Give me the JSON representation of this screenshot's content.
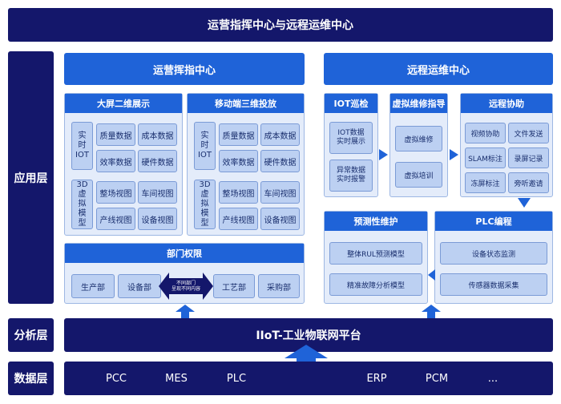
{
  "title": "运营指挥中心与远程运维中心",
  "layers": {
    "app": "应用层",
    "analysis": "分析层",
    "data": "数据层"
  },
  "ops": {
    "title": "运营挥指中心",
    "big_screen": {
      "title": "大屏二维展示",
      "rt_iot": [
        "实",
        "时",
        "IOT"
      ],
      "model_3d": [
        "3D",
        "虚",
        "拟",
        "模",
        "型"
      ],
      "cells": [
        "质量数据",
        "成本数据",
        "效率数据",
        "硬件数据",
        "整场视图",
        "车间视图",
        "产线视图",
        "设备视图"
      ]
    },
    "mobile": {
      "title": "移动端三维投放",
      "rt_iot": [
        "实",
        "时",
        "IOT"
      ],
      "model_3d": [
        "3D",
        "虚",
        "拟",
        "模",
        "型"
      ],
      "cells": [
        "质量数据",
        "成本数据",
        "效率数据",
        "硬件数据",
        "整场视图",
        "车间视图",
        "产线视图",
        "设备视图"
      ]
    },
    "dept": {
      "title": "部门权限",
      "left": [
        "生产部",
        "设备部"
      ],
      "center": [
        "不同部门",
        "呈现不同内容"
      ],
      "right": [
        "工艺部",
        "采购部"
      ]
    }
  },
  "remote": {
    "title": "远程运维中心",
    "iot": {
      "title": "IOT巡检",
      "items": [
        [
          "IOT数据",
          "实时展示"
        ],
        [
          "异常数据",
          "实时报警"
        ]
      ]
    },
    "vm": {
      "title": "虚拟维修指导",
      "items": [
        "虚拟维修",
        "虚拟培训"
      ]
    },
    "collab": {
      "title": "远程协助",
      "items": [
        "视频协助",
        "文件发送",
        "SLAM标注",
        "录屏记录",
        "冻屏标注",
        "旁听邀请"
      ]
    },
    "pm": {
      "title": "预测性维护",
      "items": [
        "整体RUL预测模型",
        "精准故障分析模型"
      ]
    },
    "plc": {
      "title": "PLC编程",
      "items": [
        "设备状态监测",
        "传感器数据采集"
      ]
    }
  },
  "platform": "IIoT-工业物联网平台",
  "data_sources": [
    "PCC",
    "MES",
    "PLC",
    "ERP",
    "PCM",
    "..."
  ]
}
